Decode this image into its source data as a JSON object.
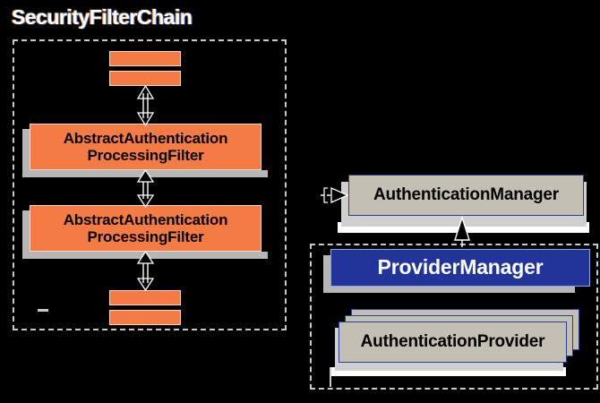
{
  "diagram": {
    "title": "SecurityFilterChain",
    "type": "uml-class-diagram",
    "background_color": "#000000"
  },
  "packages": [
    {
      "id": "security-filter-chain",
      "label": "SecurityFilterChain",
      "border_style": "dashed",
      "border_color": "#c9c9c9"
    },
    {
      "id": "provider-package",
      "label": "",
      "border_style": "dashed",
      "border_color": "#c9c9c9"
    }
  ],
  "left_panel": {
    "filter_bars_top": [
      {
        "name": "filter-bar-1"
      },
      {
        "name": "filter-bar-2"
      }
    ],
    "filters": [
      {
        "line1": "AbstractAuthentication",
        "line2": "ProcessingFilter",
        "color": "#f47b43"
      },
      {
        "line1": "AbstractAuthentication",
        "line2": "ProcessingFilter",
        "color": "#f47b43"
      }
    ],
    "filter_bars_bottom": [
      {
        "name": "filter-bar-3"
      },
      {
        "name": "filter-bar-4"
      }
    ]
  },
  "right_panel": {
    "authentication_manager": {
      "label": "AuthenticationManager",
      "fill": "#c3bfb2",
      "border": "#2a3f96",
      "stereotype": "interface"
    },
    "provider_manager": {
      "label": "ProviderManager",
      "fill": "#20349a",
      "border": "#8fa4e0",
      "text_color": "#ffffff"
    },
    "authentication_provider": {
      "label": "AuthenticationProvider",
      "fill": "#c3bfb2",
      "border": "#2a3f96",
      "stack_count": 3
    }
  },
  "connectors": [
    {
      "id": "filter-bar2-to-filter1",
      "kind": "bidirectional-hollow-arrow",
      "orientation": "vertical"
    },
    {
      "id": "filter1-to-filter2",
      "kind": "bidirectional-hollow-arrow",
      "orientation": "vertical"
    },
    {
      "id": "filter2-to-filter-bar3",
      "kind": "bidirectional-hollow-arrow",
      "orientation": "vertical"
    },
    {
      "id": "chain-to-authentication-manager",
      "kind": "dashed-dependency-arrow",
      "orientation": "horizontal"
    },
    {
      "id": "provider-manager-realizes-authentication-manager",
      "kind": "hollow-triangle-realization",
      "orientation": "vertical"
    }
  ],
  "colors": {
    "orange": "#f47b43",
    "orange_border": "#ffd9c2",
    "tan": "#c3bfb2",
    "blue": "#20349a",
    "blue_border": "#2a3f96",
    "grey_shadow": "#b6b6b6",
    "dash": "#c9c9c9",
    "background": "#000000"
  }
}
